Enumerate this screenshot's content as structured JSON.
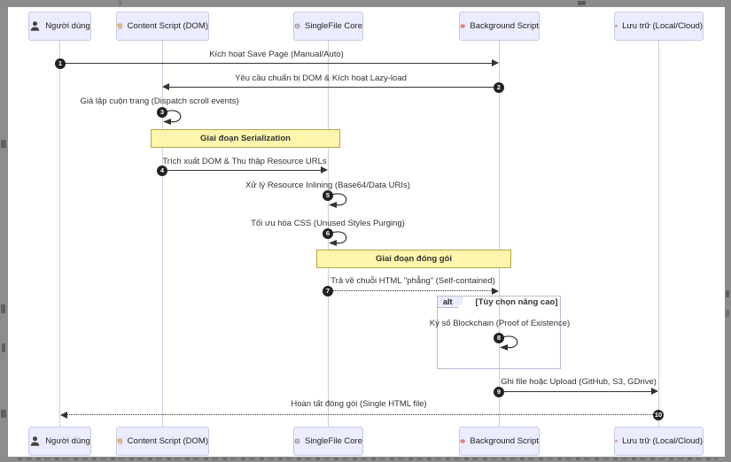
{
  "diagram": {
    "type": "sequence-diagram",
    "actors": [
      {
        "name": "Người dùng",
        "icon": "person-icon"
      },
      {
        "name": "Content Script (DOM)",
        "icon": "scroll-icon"
      },
      {
        "name": "SingleFile Core",
        "icon": "gear-icon"
      },
      {
        "name": "Background Script",
        "icon": "brain-icon"
      },
      {
        "name": "Lưu trữ (Local/Cloud)",
        "icon": "floppy-icon"
      }
    ],
    "messages": [
      {
        "num": "1",
        "text": "Kích hoạt Save Page (Manual/Auto)",
        "from": "Người dùng",
        "to": "Background Script",
        "style": "solid"
      },
      {
        "num": "2",
        "text": "Yêu cầu chuẩn bị DOM & Kích hoạt Lazy-load",
        "from": "Background Script",
        "to": "Content Script (DOM)",
        "style": "solid"
      },
      {
        "num": "3",
        "text": "Giả lập cuộn trang (Dispatch scroll events)",
        "from": "Content Script (DOM)",
        "to": "Content Script (DOM)",
        "style": "self"
      },
      {
        "num": "4",
        "text": "Trích xuất DOM & Thu thập Resource URLs",
        "from": "Content Script (DOM)",
        "to": "SingleFile Core",
        "style": "solid"
      },
      {
        "num": "5",
        "text": "Xử lý Resource Inlining (Base64/Data URIs)",
        "from": "SingleFile Core",
        "to": "SingleFile Core",
        "style": "self"
      },
      {
        "num": "6",
        "text": "Tối ưu hóa CSS (Unused Styles Purging)",
        "from": "SingleFile Core",
        "to": "SingleFile Core",
        "style": "self"
      },
      {
        "num": "7",
        "text": "Trả về chuỗi HTML \"phẳng\" (Self-contained)",
        "from": "SingleFile Core",
        "to": "Background Script",
        "style": "dotted"
      },
      {
        "num": "8",
        "text": "Ký số Blockchain (Proof of Existence)",
        "from": "Background Script",
        "to": "Background Script",
        "style": "self"
      },
      {
        "num": "9",
        "text": "Ghi file hoặc Upload (GitHub, S3, GDrive)",
        "from": "Background Script",
        "to": "Lưu trữ (Local/Cloud)",
        "style": "solid"
      },
      {
        "num": "10",
        "text": "Hoàn tất đóng gói (Single HTML file)",
        "from": "Lưu trữ (Local/Cloud)",
        "to": "Người dùng",
        "style": "dotted"
      }
    ],
    "notes": [
      {
        "text": "Giai đoạn Serialization"
      },
      {
        "text": "Giai đoạn đóng gói"
      }
    ],
    "alt": {
      "label": "alt",
      "condition": "[Tùy chọn nâng cao]"
    },
    "colors": {
      "actor_fill": "#ECECFF",
      "actor_border": "#C9C9E4",
      "note_fill": "#FFF5AD",
      "note_border": "#B3A842",
      "lifeline": "#CDCDE2",
      "line": "#333333",
      "number_badge": "#222222",
      "backdrop": "#8C8C8C"
    }
  }
}
